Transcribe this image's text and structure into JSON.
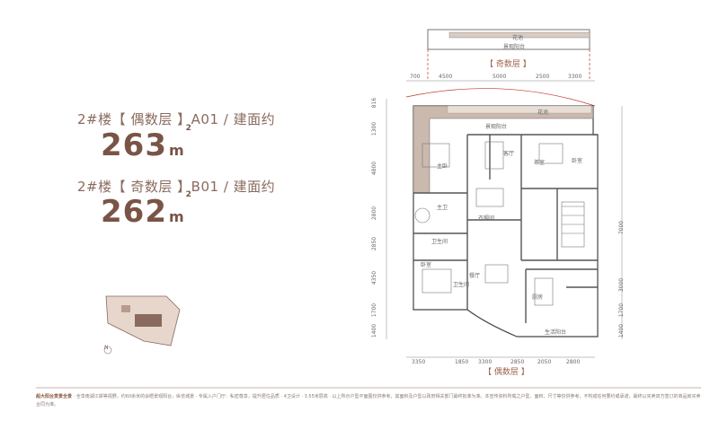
{
  "units": [
    {
      "building": "2#楼",
      "floor_label": "【 偶数层 】",
      "unit_code": "A01 / 建面约",
      "area": "263",
      "unit": "m",
      "sup": "2"
    },
    {
      "building": "2#楼",
      "floor_label": "【 奇数层 】",
      "unit_code": "B01 / 建面约",
      "area": "262",
      "unit": "m",
      "sup": "2"
    }
  ],
  "plan": {
    "odd_floor_tag": "【 奇数层 】",
    "even_floor_tag": "【 偶数层 】",
    "top_dims": [
      "700",
      "4500",
      "5000",
      "2500",
      "3300"
    ],
    "bottom_dims": [
      "3350",
      "1850",
      "3300",
      "2850",
      "2050",
      "2800"
    ],
    "left_dims": [
      "816",
      "1300",
      "4800",
      "2800",
      "2850",
      "4350",
      "1700",
      "1400"
    ],
    "right_dims": [
      "7000",
      "3000",
      "1700",
      "1400"
    ],
    "rooms": {
      "garden_top": "花池",
      "balcony_top": "景观阳台",
      "balcony_mid": "景观阳台",
      "garden_mid": "花池",
      "master_bed": "主卧",
      "living": "客厅",
      "tea": "茶室",
      "bedroom_ne": "卧室",
      "master_bath": "主卫",
      "cloakroom": "衣帽间",
      "bath2": "卫生间",
      "bedroom_w": "卧室",
      "dining": "餐厅",
      "bathroom_sw": "卫生间",
      "kitchen": "厨房",
      "service_balcony": "生活阳台"
    },
    "compass": "N"
  },
  "footer": {
    "lead": "超大阳台赏景全景",
    "text": "· 全享南湖江岸等视野，约60余米的会晤景观阳台，纵览城景 · 专属入户门厅：私密尊享，提升居住品质 · 4卫设计 · 3.55米层高 · 以上所示户型平面图仅供参考，其面积及户型以政府相关部门最终批准为准。本宣传资料所载之户型、面积、尺寸等仅供参考，不构成任何要约或承诺，最终以买卖双方签订的商品房买卖合同为准。"
  },
  "colors": {
    "brand": "#7a5446",
    "accent_red": "#c0392b",
    "wall_fill": "#c7b4a8",
    "plan_line": "#4a4a4a"
  }
}
